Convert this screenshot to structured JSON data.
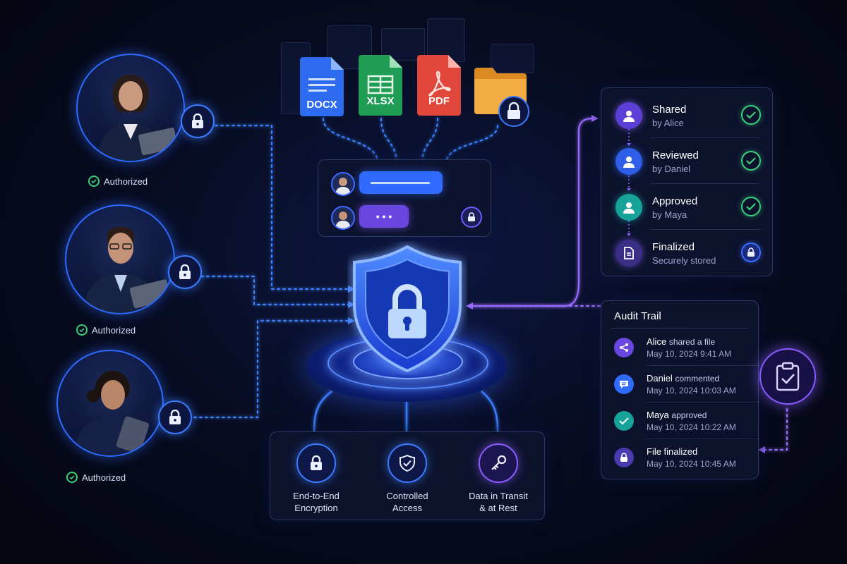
{
  "colors": {
    "accent_blue": "#2f6bff",
    "accent_purple": "#8a5cff",
    "success_green": "#3ad07a",
    "docx_blue": "#2d6bf0",
    "xlsx_green": "#1f9d55",
    "pdf_red": "#e0463a",
    "folder_orange": "#f2a33a"
  },
  "users": [
    {
      "status": "Authorized",
      "icon": "lock-icon"
    },
    {
      "status": "Authorized",
      "icon": "lock-icon"
    },
    {
      "status": "Authorized",
      "icon": "lock-icon"
    }
  ],
  "files": [
    {
      "label": "DOCX",
      "icon": "docx-file-icon"
    },
    {
      "label": "XLSX",
      "icon": "xlsx-file-icon"
    },
    {
      "label": "PDF",
      "icon": "pdf-file-icon"
    },
    {
      "label": "",
      "icon": "folder-lock-icon"
    }
  ],
  "chat": {
    "typing_indicator": "• • •",
    "icon": "lock-icon"
  },
  "features": [
    {
      "label": "End-to-End\nEncryption",
      "icon": "lock-icon"
    },
    {
      "label": "Controlled\nAccess",
      "icon": "shield-check-icon"
    },
    {
      "label": "Data in Transit\n& at Rest",
      "icon": "key-icon"
    }
  ],
  "workflow": [
    {
      "title": "Shared",
      "subtitle": "by Alice",
      "state": "done"
    },
    {
      "title": "Reviewed",
      "subtitle": "by Daniel",
      "state": "done"
    },
    {
      "title": "Approved",
      "subtitle": "by Maya",
      "state": "done"
    },
    {
      "title": "Finalized",
      "subtitle": "Securely stored",
      "state": "locked"
    }
  ],
  "audit": {
    "title": "Audit Trail",
    "entries": [
      {
        "actor": "Alice",
        "action": "shared a file",
        "time": "May 10, 2024   9:41 AM",
        "icon": "share-icon"
      },
      {
        "actor": "Daniel",
        "action": "commented",
        "time": "May 10, 2024   10:03 AM",
        "icon": "comment-icon"
      },
      {
        "actor": "Maya",
        "action": "approved",
        "time": "May 10, 2024   10:22 AM",
        "icon": "check-icon"
      },
      {
        "actor": "File finalized",
        "action": "",
        "time": "May 10, 2024   10:45 AM",
        "icon": "lock-icon"
      }
    ]
  },
  "clipboard": {
    "icon": "clipboard-check-icon"
  }
}
